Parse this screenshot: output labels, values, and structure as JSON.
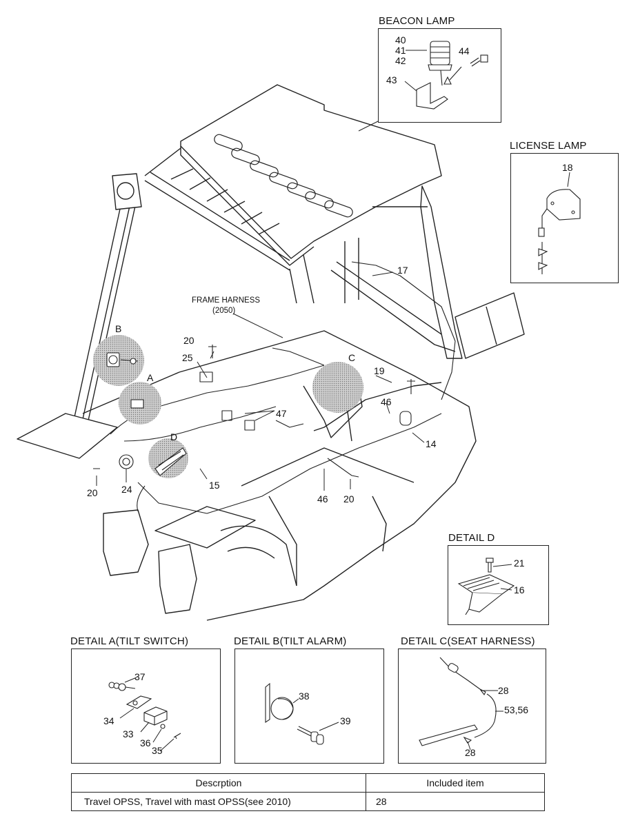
{
  "detail_titles": {
    "beacon": "BEACON LAMP",
    "license": "LICENSE LAMP",
    "detail_d": "DETAIL D",
    "detail_a": "DETAIL A(TILT SWITCH)",
    "detail_b": "DETAIL B(TILT ALARM)",
    "detail_c": "DETAIL C(SEAT HARNESS)"
  },
  "frame_harness": {
    "line1": "FRAME HARNESS",
    "line2": "(2050)"
  },
  "callouts": {
    "beacon": [
      "40",
      "41",
      "42",
      "43",
      "44"
    ],
    "license": [
      "18"
    ],
    "main": [
      "17",
      "20",
      "25",
      "19",
      "46",
      "14",
      "47",
      "15",
      "24",
      "20",
      "46",
      "20"
    ],
    "detail_markers": [
      "A",
      "B",
      "C",
      "D"
    ],
    "detail_d": [
      "21",
      "16"
    ],
    "detail_a": [
      "37",
      "34",
      "33",
      "36",
      "35"
    ],
    "detail_b": [
      "38",
      "39"
    ],
    "detail_c": [
      "28",
      "53,56",
      "28"
    ]
  },
  "table": {
    "headers": [
      "Descrption",
      "Included item"
    ],
    "rows": [
      [
        "Travel OPSS, Travel with mast OPSS(see 2010)",
        "28"
      ]
    ]
  }
}
